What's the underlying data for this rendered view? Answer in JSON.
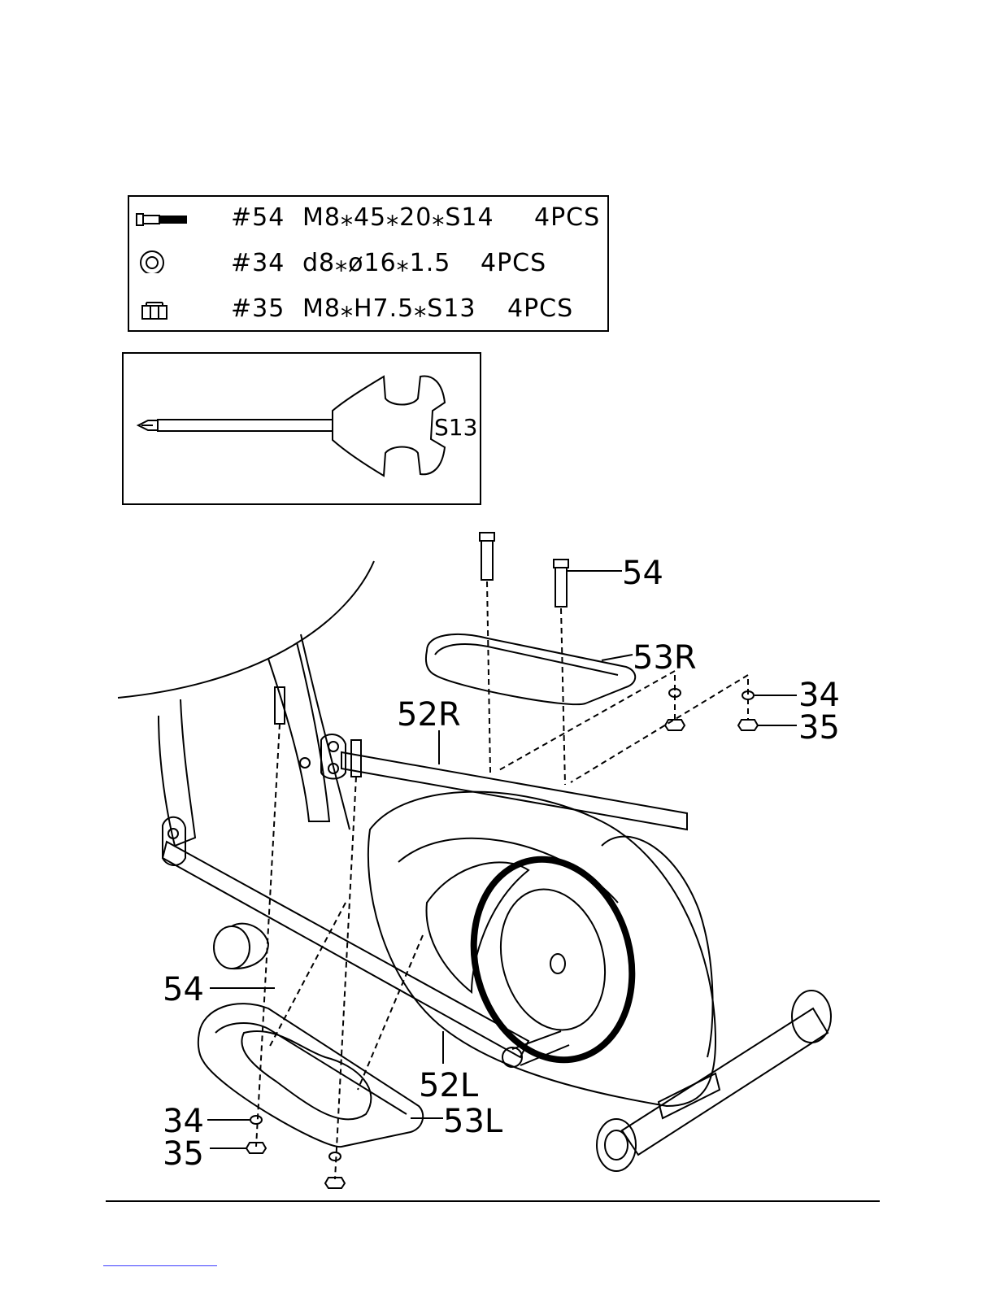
{
  "hardware_list": [
    {
      "icon": "bolt-icon",
      "code": "#54",
      "spec": "M8⁎45⁎20⁎S14",
      "qty": "4PCS"
    },
    {
      "icon": "washer-icon",
      "code": "#34",
      "spec": "d8⁎ø16⁎1.5",
      "qty": "4PCS"
    },
    {
      "icon": "nut-icon",
      "code": "#35",
      "spec": "M8⁎H7.5⁎S13",
      "qty": "4PCS"
    }
  ],
  "tool": {
    "icon": "combination-wrench-screwdriver-icon",
    "label": "S13"
  },
  "callouts": {
    "bolt_upper": "54",
    "pedal_right": "53R",
    "washer_right": "34",
    "nut_right": "35",
    "pedal_arm_right": "52R",
    "bolt_lower": "54",
    "pedal_arm_left": "52L",
    "pedal_left": "53L",
    "washer_left": "34",
    "nut_left": "35"
  }
}
